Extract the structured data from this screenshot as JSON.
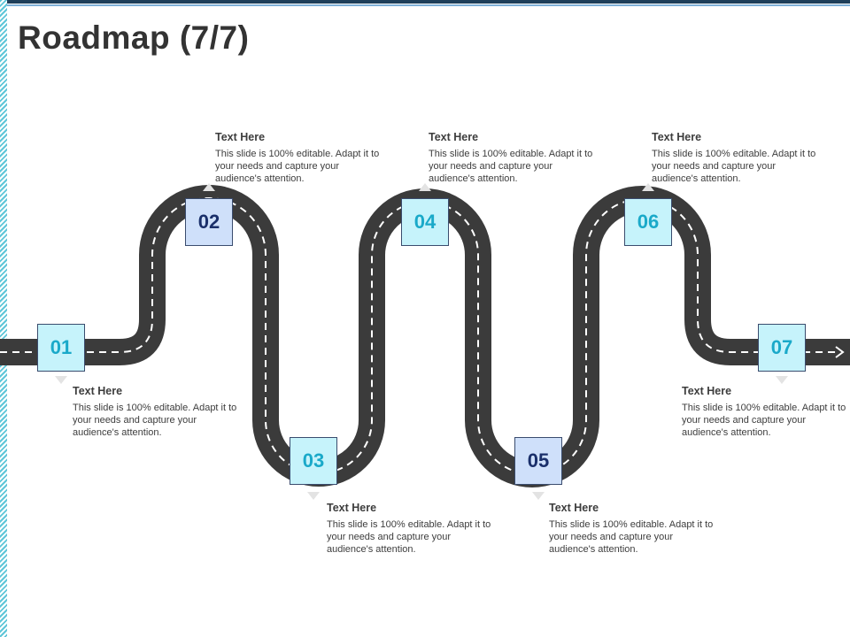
{
  "slide": {
    "title": "Roadmap (7/7)"
  },
  "milestones": [
    {
      "number": "01",
      "heading": "Text Here",
      "body": "This slide is 100% editable. Adapt it to your needs and capture your audience's attention.",
      "style": "cyan"
    },
    {
      "number": "02",
      "heading": "Text Here",
      "body": "This slide is 100% editable. Adapt it to your needs and capture your audience's attention.",
      "style": "blue"
    },
    {
      "number": "03",
      "heading": "Text Here",
      "body": "This slide is 100% editable. Adapt it to your needs and capture your audience's attention.",
      "style": "cyan"
    },
    {
      "number": "04",
      "heading": "Text Here",
      "body": "This slide is 100% editable. Adapt it to your needs and capture your audience's attention.",
      "style": "cyan"
    },
    {
      "number": "05",
      "heading": "Text Here",
      "body": "This slide is 100% editable. Adapt it to your needs and capture your audience's attention.",
      "style": "blue"
    },
    {
      "number": "06",
      "heading": "Text Here",
      "body": "This slide is 100% editable. Adapt it to your needs and capture your audience's attention.",
      "style": "cyan"
    },
    {
      "number": "07",
      "heading": "Text Here",
      "body": "This slide is 100% editable. Adapt it to your needs and capture your audience's attention.",
      "style": "cyan"
    }
  ],
  "colors": {
    "road": "#3b3b3b",
    "lane_marking": "#ffffff",
    "box_blue": "#cfe0fa",
    "box_cyan": "#c6f3fb",
    "number_dark": "#1a2f6a",
    "number_cyan": "#1aa9c9"
  },
  "icons": {
    "road_end_arrow": "arrow-right-icon"
  }
}
